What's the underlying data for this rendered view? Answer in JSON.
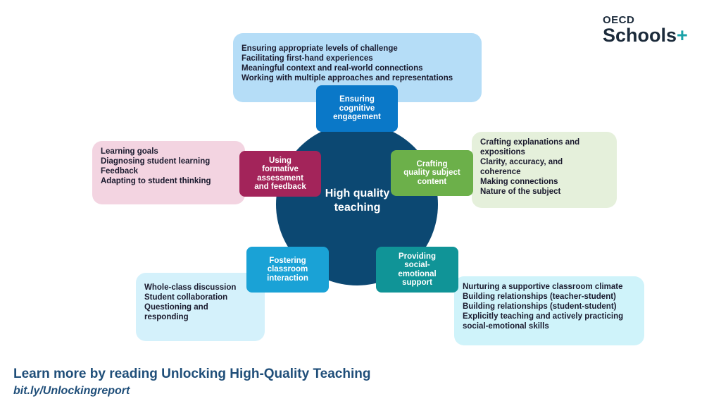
{
  "logo": {
    "line1": "OECD",
    "line2": "Schools"
  },
  "center": "High quality\nteaching",
  "nodes": {
    "cognitive": {
      "label": "Ensuring\ncognitive\nengagement",
      "color": "#0a78c8",
      "details": [
        "Ensuring appropriate levels of challenge",
        "Facilitating first-hand experiences",
        "Meaningful context and real-world connections",
        "Working with multiple approaches and representations"
      ]
    },
    "formative": {
      "label": "Using\nformative\nassessment\nand feedback",
      "color": "#a3245a",
      "details": [
        "Learning goals",
        "Diagnosing student learning",
        "Feedback",
        "Adapting to student thinking"
      ]
    },
    "crafting": {
      "label": "Crafting\nquality subject\ncontent",
      "color": "#6cb04a",
      "details": [
        "Crafting explanations and\nexpositions",
        "Clarity, accuracy, and\ncoherence",
        "Making connections",
        "Nature of the subject"
      ]
    },
    "fostering": {
      "label": "Fostering\nclassroom\ninteraction",
      "color": "#1aa2d6",
      "details": [
        "Whole-class discussion",
        "Student collaboration",
        "Questioning and\nresponding"
      ]
    },
    "providing": {
      "label": "Providing\nsocial-\nemotional\nsupport",
      "color": "#109497",
      "details": [
        "Nurturing a supportive classroom climate",
        "Building relationships (teacher-student)",
        "Building relationships (student-student)",
        "Explicitly teaching and actively practicing\n social-emotional skills"
      ]
    }
  },
  "footer": {
    "line1": "Learn more by reading Unlocking High-Quality Teaching",
    "line2": "bit.ly/Unlockingreport"
  }
}
